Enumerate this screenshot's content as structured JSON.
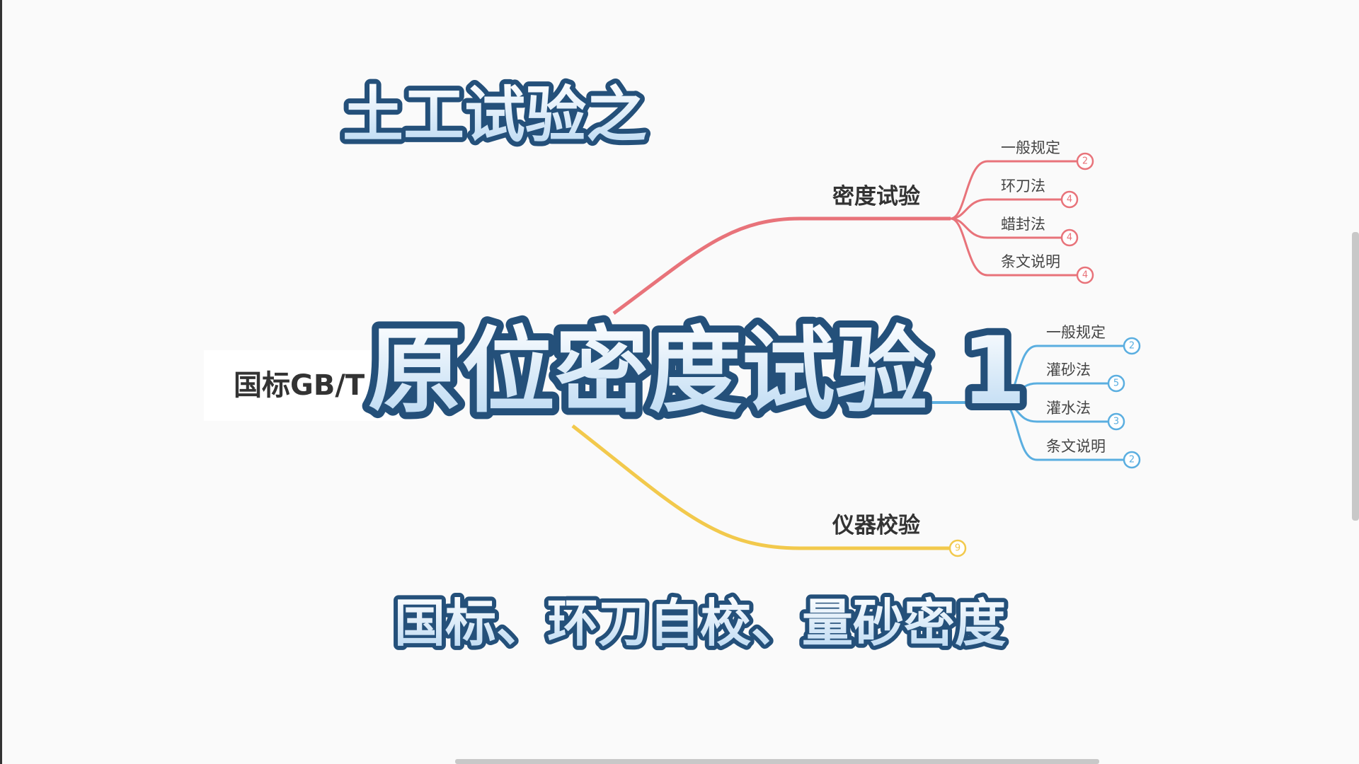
{
  "overlay": {
    "subtitle_top": "土工试验之",
    "title": "原位密度试验 1",
    "subtitle_bottom": "国标、环刀自校、量砂密度"
  },
  "mindmap": {
    "root": "国标GB/T",
    "branches": [
      {
        "label": "密度试验",
        "color": "#e8737a",
        "children": [
          {
            "label": "一般规定",
            "count": "2"
          },
          {
            "label": "环刀法",
            "count": "4"
          },
          {
            "label": "蜡封法",
            "count": "4"
          },
          {
            "label": "条文说明",
            "count": "4"
          }
        ]
      },
      {
        "label": "",
        "color": "#5aaee0",
        "children": [
          {
            "label": "一般规定",
            "count": "2"
          },
          {
            "label": "灌砂法",
            "count": "5"
          },
          {
            "label": "灌水法",
            "count": "3"
          },
          {
            "label": "条文说明",
            "count": "2"
          }
        ]
      },
      {
        "label": "仪器校验",
        "color": "#f2c94c",
        "count": "9",
        "children": []
      }
    ]
  }
}
